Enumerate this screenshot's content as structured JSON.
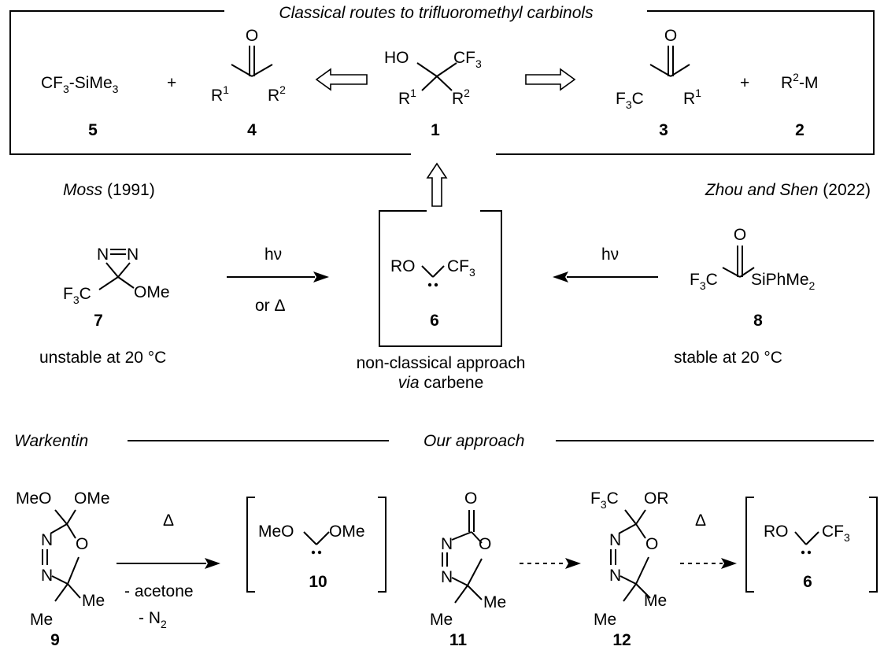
{
  "headers": {
    "classical": "Classical routes to trifluoromethyl carbinols",
    "moss": "Moss",
    "moss_year": " (1991)",
    "zhou": "Zhou and Shen",
    "zhou_year": " (2022)",
    "warkentin": "Warkentin",
    "our": "Our approach"
  },
  "compounds": {
    "c1": "1",
    "c2": "2",
    "c3": "3",
    "c4": "4",
    "c5": "5",
    "c6": "6",
    "c7": "7",
    "c8": "8",
    "c9": "9",
    "c10": "10",
    "c11": "11",
    "c12": "12"
  },
  "fragments": {
    "cf3_simes3": "CF",
    "r2m": "R",
    "ho": "HO",
    "ome": "OMe",
    "meo": "MeO",
    "me": "Me",
    "ro": "RO",
    "or": "OR",
    "o": "O",
    "n": "N",
    "sipme2": "SiPhMe",
    "plus": "+"
  },
  "conditions": {
    "hv": "hν",
    "or_delta": "or Δ",
    "delta": "Δ",
    "minus_acetone": "- acetone",
    "minus_n2": "- N"
  },
  "notes": {
    "unstable": "unstable at 20 °C",
    "stable": "stable at 20 °C",
    "nonclassical": "non-classical approach",
    "via": "via",
    "carbene": " carbene"
  },
  "colors": {
    "ink": "#000000",
    "background": "#ffffff"
  }
}
